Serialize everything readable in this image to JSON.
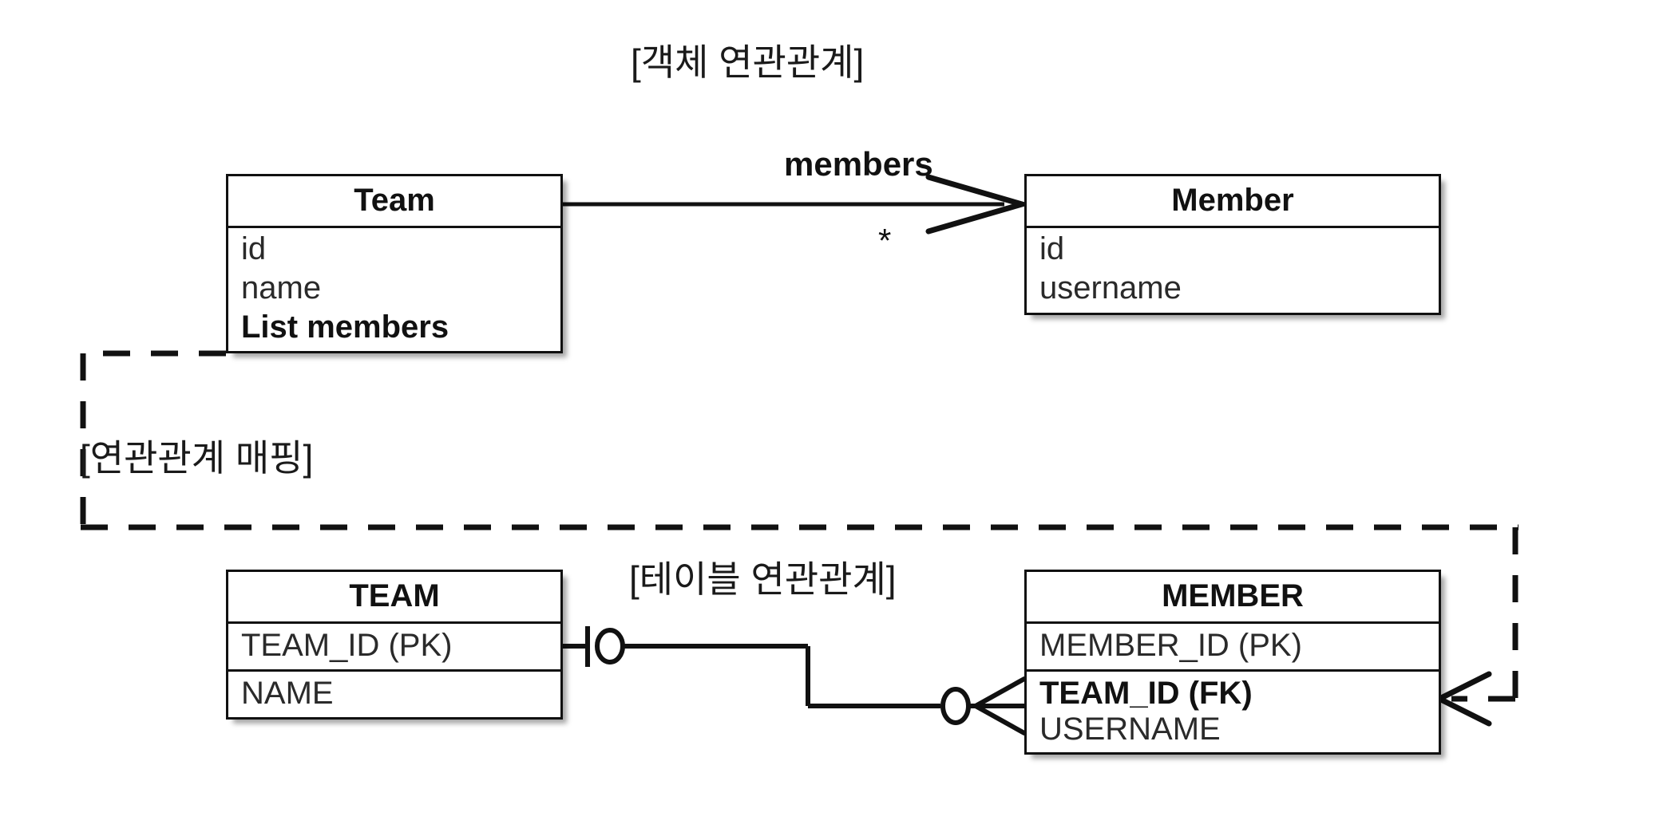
{
  "diagram": {
    "sections": {
      "object_title": "[객체 연관관계]",
      "mapping_title": "[연관관계 매핑]",
      "table_title": "[테이블 연관관계]"
    },
    "object_model": {
      "classes": [
        {
          "name": "Team",
          "attributes": [
            {
              "text": "id",
              "bold": false
            },
            {
              "text": "name",
              "bold": false
            },
            {
              "text": "List members",
              "bold": true
            }
          ]
        },
        {
          "name": "Member",
          "attributes": [
            {
              "text": "id",
              "bold": false
            },
            {
              "text": "username",
              "bold": false
            }
          ]
        }
      ],
      "association": {
        "label": "members",
        "multiplicity": "*",
        "from": "Team",
        "to": "Member",
        "arrow": "open"
      }
    },
    "table_model": {
      "tables": [
        {
          "name": "TEAM",
          "columns": [
            {
              "text": "TEAM_ID (PK)",
              "bold": false
            },
            {
              "text": "NAME",
              "bold": false
            }
          ]
        },
        {
          "name": "MEMBER",
          "columns": [
            {
              "text": "MEMBER_ID (PK)",
              "bold": false
            },
            {
              "text": "TEAM_ID (FK)",
              "bold": true
            },
            {
              "text": "USERNAME",
              "bold": false
            }
          ]
        }
      ],
      "relationship": {
        "from": "TEAM",
        "to": "MEMBER",
        "from_cardinality": "one-and-only-one",
        "to_cardinality": "zero-or-many"
      }
    },
    "colors": {
      "stroke": "#111111",
      "text": "#1a1a1a",
      "attribute_text": "#2a2a2a",
      "background": "#ffffff"
    }
  }
}
